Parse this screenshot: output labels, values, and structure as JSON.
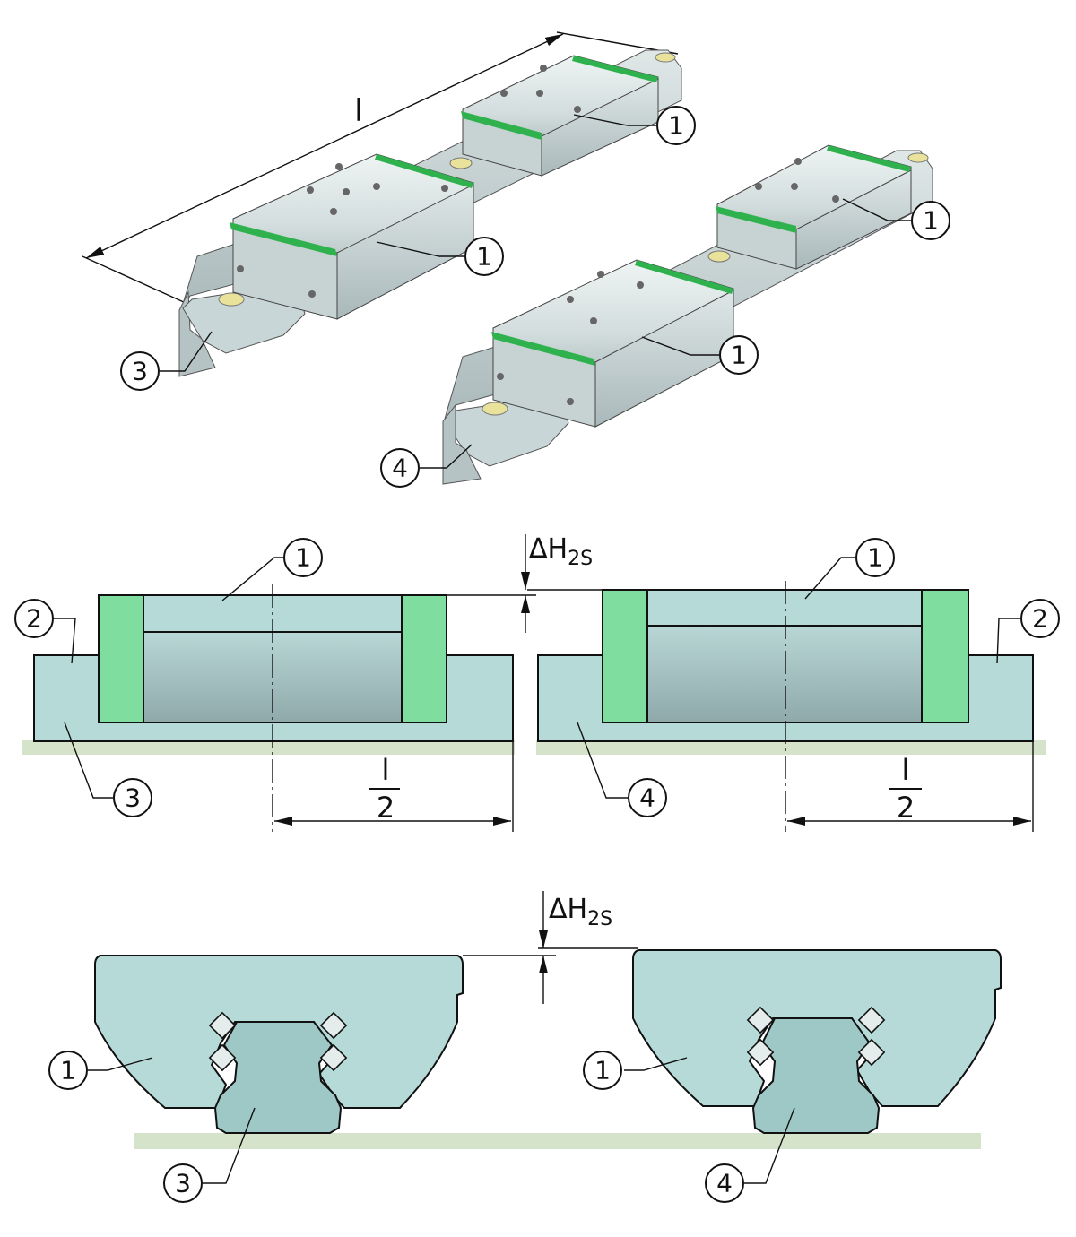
{
  "colors": {
    "block_body": "#b5dad8",
    "seal_green": "#7fdd9f",
    "accent_green": "#2fb24e",
    "steel_light": "#e6eeee",
    "steel_mid": "#c7d4d5",
    "steel_dark": "#94a6a8",
    "base_strip": "#d6e3cb",
    "rail_profile": "#9ec8c6",
    "outline": "#111111"
  },
  "callouts": {
    "carriage": "1",
    "adjacent_part": "2",
    "rail_a": "3",
    "rail_b": "4"
  },
  "dimensions": {
    "length_symbol": "l",
    "half_length_numerator": "l",
    "half_length_denominator": "2",
    "height_diff_symbol": "ΔH",
    "height_diff_subscript": "2S"
  },
  "icons": {
    "dimension_arrow": "arrowhead-icon"
  }
}
